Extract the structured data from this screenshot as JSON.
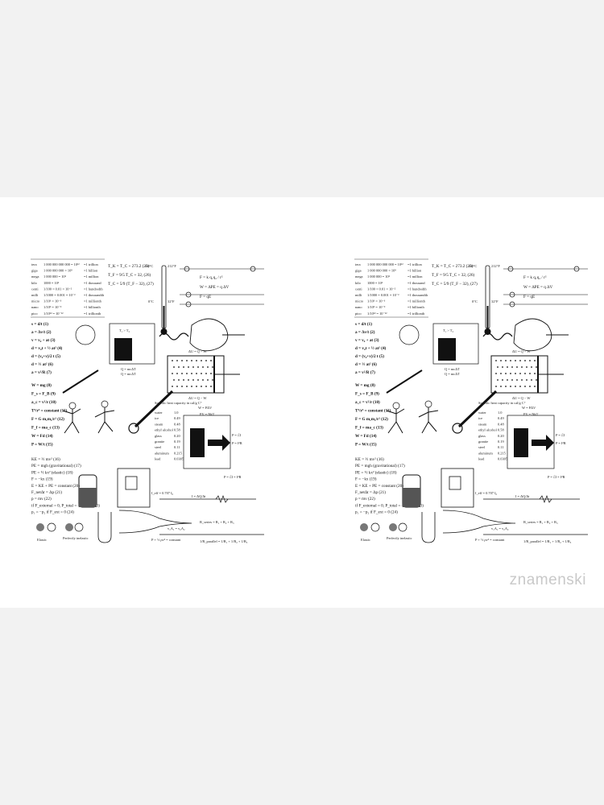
{
  "watermark": "znamenski",
  "sheet": {
    "prefixes": [
      {
        "name": "tera",
        "value": "1 000 000 000 000 = 10¹²",
        "meaning": "=1 trillion"
      },
      {
        "name": "giga",
        "value": "1 000 000 000 = 10⁹",
        "meaning": "=1 billion"
      },
      {
        "name": "mega",
        "value": "1 000 000 = 10⁶",
        "meaning": "=1 million"
      },
      {
        "name": "kilo",
        "value": "1000 = 10³",
        "meaning": "=1 thousand"
      },
      {
        "name": "centi",
        "value": "1/100 = 0.01 = 10⁻²",
        "meaning": "=1 hundredth"
      },
      {
        "name": "milli",
        "value": "1/1000 = 0.001 = 10⁻³",
        "meaning": "=1 thousandth"
      },
      {
        "name": "micro",
        "value": "1/10⁶ = 10⁻⁶",
        "meaning": "=1 millionth"
      },
      {
        "name": "nano",
        "value": "1/10⁹ = 10⁻⁹",
        "meaning": "=1 billionth"
      },
      {
        "name": "pico",
        "value": "1/10¹² = 10⁻¹²",
        "meaning": "=1 trillionth"
      }
    ],
    "temperature_eqs": [
      "T_K = T_C + 273.2   (25)",
      "T_F = 9/5 T_C + 32,   (26)",
      "T_C = 5/9 (T_F − 32),   (27)"
    ],
    "thermo_labels": {
      "boil": "100°C",
      "boil_f": "212°F",
      "freeze": "0°C",
      "freeze_f": "32°F"
    },
    "field_eqs": [
      "F = k q₁q₂ / r²",
      "W = ΔPE = q ΔV",
      "F = qE"
    ],
    "kinematics": [
      "s = d/t  (1)",
      "a = Δv/t  (2)",
      "v = v₀ + at  (3)",
      "d = v₀t + ½ at²  (4)",
      "d = (v₀+v)/2 t  (5)",
      "d = ½ at²  (6)",
      "a = v²/R  (7)"
    ],
    "dynamics": [
      "W = mg  (8)",
      "F_s = F_B  (9)",
      "a_c = v²/r  (10)",
      "T²/r³ = constant  (11)",
      "F = G m₁m₂/r²  (12)",
      "F_f = ma_c  (13)",
      "W = Fd  (14)",
      "P = W/t  (15)"
    ],
    "energy": [
      "KE = ½ mv²  (16)",
      "PE = mgh  (gravitational)  (17)",
      "PE = ½ kx²  (elastic)  (18)",
      "F = −kx  (19)",
      "E = KE + PE = constant  (20)",
      "F_netΔt = Δp  (21)",
      "p = mv  (22)",
      "if F_external = 0, P_total = constant  (23)",
      "p₁ = −p₂ if F_ext = 0  (24)"
    ],
    "heat": {
      "title": "Specific heat capacity in cal/g C°",
      "rows": [
        [
          "water",
          "1.0"
        ],
        [
          "ice",
          "0.49"
        ],
        [
          "steam",
          "0.48"
        ],
        [
          "ethyl alcohol",
          "0.58"
        ],
        [
          "glass",
          "0.20"
        ],
        [
          "granite",
          "0.19"
        ],
        [
          "steel",
          "0.11"
        ],
        [
          "aluminum",
          "0.215"
        ],
        [
          "lead",
          "0.0305"
        ]
      ]
    },
    "misc_eqs": [
      "Q = mcΔT",
      "ΔU = Q − W",
      "W = PΔV",
      "PV = NkT",
      "P = ℰI",
      "P = I²R",
      "P = ℰI = I²R",
      "I = ΔQ/Δt",
      "I_eff = 0.707 I₀",
      "v₁A₁ = v₂A₂",
      "R_series = R₁ + R₂ + R₃",
      "P + ½ ρv² = constant",
      "1/R_parallel = 1/R₁ + 1/R₂ + 1/R₃"
    ],
    "collision_labels": [
      "Elastic",
      "Perfectly inelastic"
    ],
    "box_labels": [
      "T₁ > T₂",
      "Q = mcΔT",
      "ΔU = Q − W"
    ]
  }
}
